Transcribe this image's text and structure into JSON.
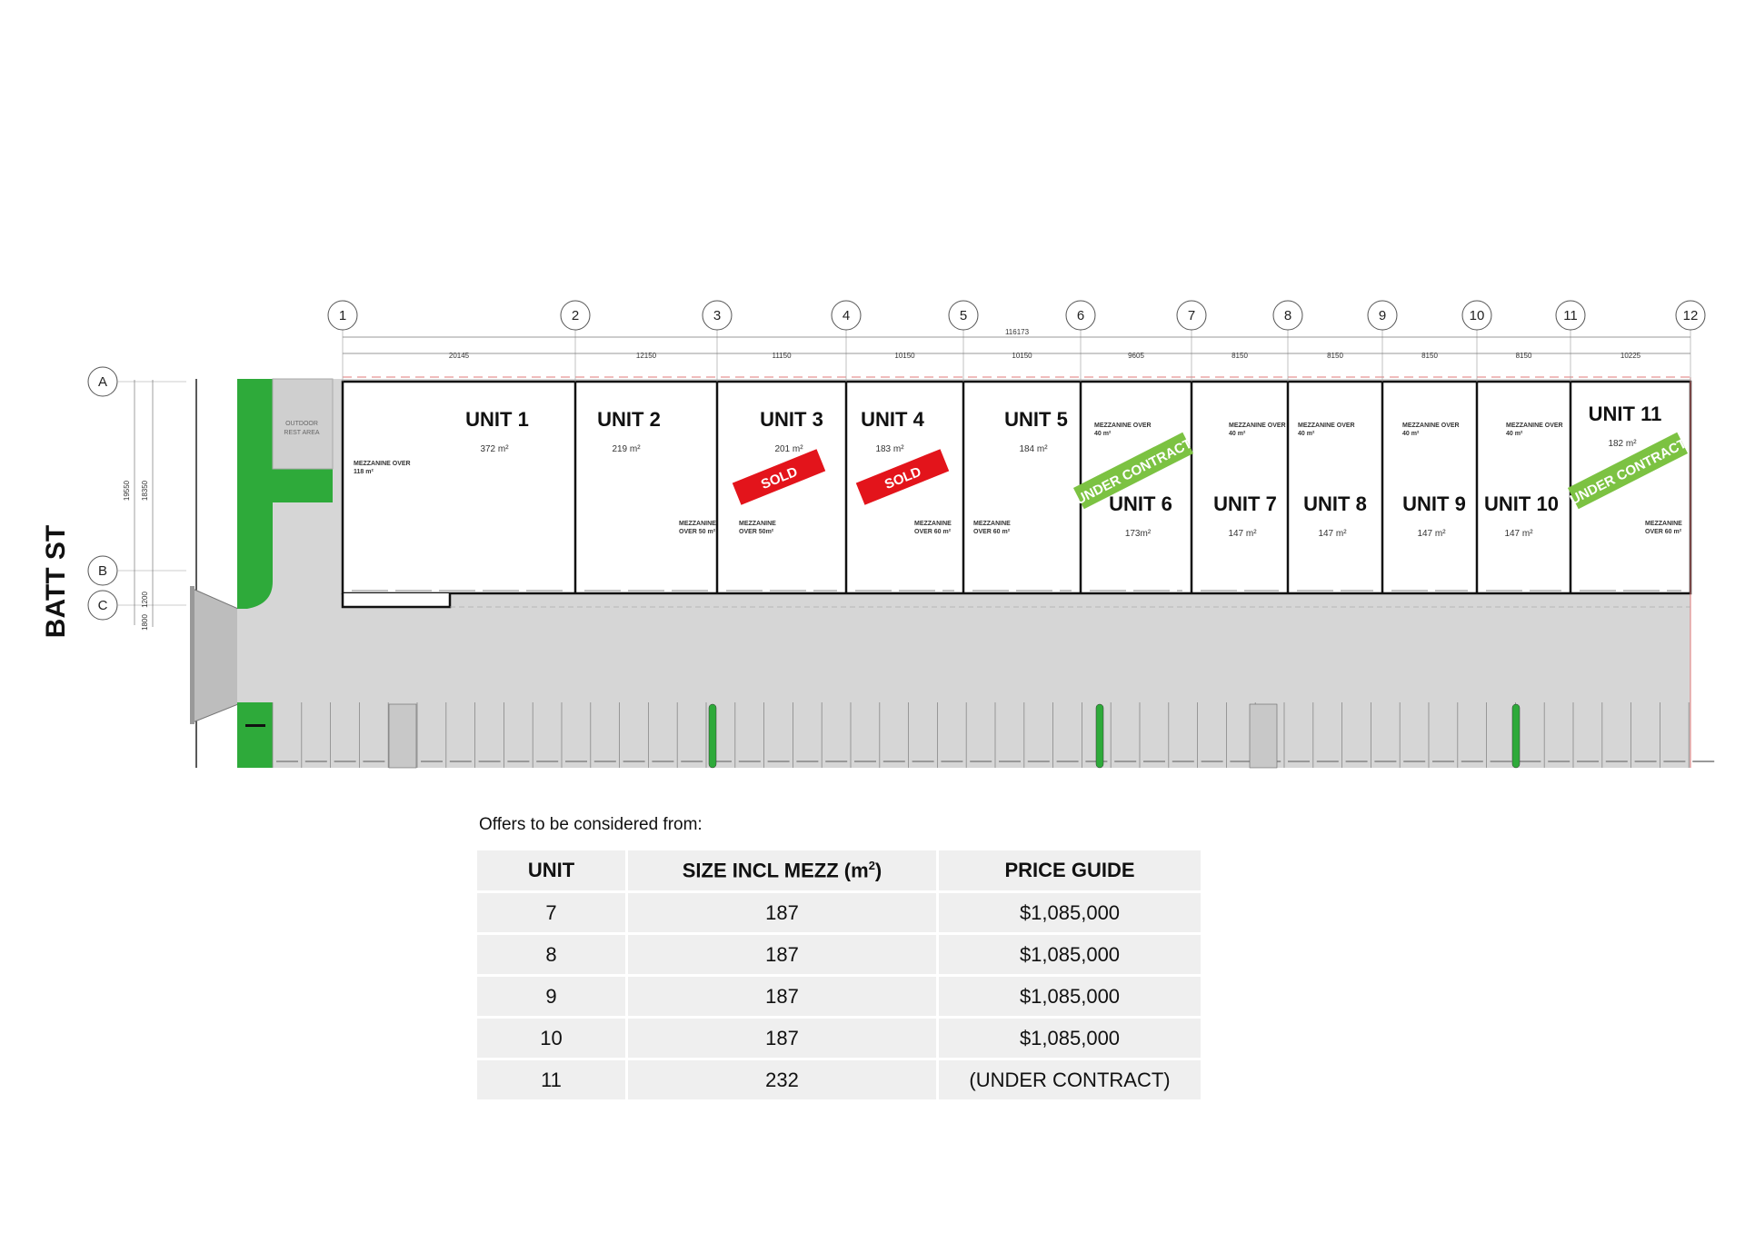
{
  "street_name": "BATT ST",
  "grid_columns": [
    "1",
    "2",
    "3",
    "4",
    "5",
    "6",
    "7",
    "8",
    "9",
    "10",
    "11",
    "12"
  ],
  "grid_rows": [
    "A",
    "B",
    "C"
  ],
  "dimensions": {
    "total": "116173",
    "segments": [
      "20145",
      "12150",
      "11150",
      "10150",
      "10150",
      "9605",
      "8150",
      "8150",
      "8150",
      "8150",
      "10225"
    ],
    "vertical": [
      "19550",
      "18350",
      "1200",
      "1800"
    ]
  },
  "outdoor_area": [
    "OUTDOOR",
    "REST AREA"
  ],
  "units": [
    {
      "label": "UNIT 1",
      "area": "372 m²"
    },
    {
      "label": "UNIT 2",
      "area": "219 m²"
    },
    {
      "label": "UNIT 3",
      "area": "201 m²"
    },
    {
      "label": "UNIT 4",
      "area": "183 m²"
    },
    {
      "label": "UNIT 5",
      "area": "184 m²"
    },
    {
      "label": "UNIT 6",
      "area": "173m²"
    },
    {
      "label": "UNIT 7",
      "area": "147 m²"
    },
    {
      "label": "UNIT 8",
      "area": "147 m²"
    },
    {
      "label": "UNIT 9",
      "area": "147 m²"
    },
    {
      "label": "UNIT 10",
      "area": "147 m²"
    },
    {
      "label": "UNIT 11",
      "area": "182 m²"
    }
  ],
  "mezzanines": [
    {
      "line1": "MEZZANINE OVER",
      "line2": "118 m²"
    },
    {
      "line1": "MEZZANINE",
      "line2": "OVER 50 m²"
    },
    {
      "line1": "MEZZANINE",
      "line2": "OVER 50m²"
    },
    {
      "line1": "MEZZANINE",
      "line2": "OVER 60 m²"
    },
    {
      "line1": "MEZZANINE",
      "line2": "OVER 60 m²"
    },
    {
      "line1": "MEZZANINE OVER",
      "line2": "40 m²"
    },
    {
      "line1": "MEZZANINE OVER",
      "line2": "40 m²"
    },
    {
      "line1": "MEZZANINE OVER",
      "line2": "40 m²"
    },
    {
      "line1": "MEZZANINE OVER",
      "line2": "40 m²"
    },
    {
      "line1": "MEZZANINE OVER",
      "line2": "40 m²"
    },
    {
      "line1": "MEZZANINE",
      "line2": "OVER 60 m²"
    }
  ],
  "badges": [
    {
      "text": "SOLD",
      "unit": "UNIT 3",
      "color": "#e3141b"
    },
    {
      "text": "SOLD",
      "unit": "UNIT 4",
      "color": "#e3141b"
    },
    {
      "text": "UNDER CONTRACT",
      "unit": "UNIT 6",
      "color": "#7cc242"
    },
    {
      "text": "UNDER CONTRACT",
      "unit": "UNIT 11",
      "color": "#7cc242"
    }
  ],
  "colors": {
    "landscape": "#2eaa3a",
    "paving": "#d6d6d6",
    "sold": "#e3141b",
    "under_contract": "#7cc242"
  },
  "offers_title": "Offers to be considered from:",
  "table": {
    "headers": [
      "UNIT",
      "SIZE INCL MEZZ (m",
      "2",
      ")",
      "PRICE GUIDE"
    ],
    "rows": [
      [
        "7",
        "187",
        "$1,085,000"
      ],
      [
        "8",
        "187",
        "$1,085,000"
      ],
      [
        "9",
        "187",
        "$1,085,000"
      ],
      [
        "10",
        "187",
        "$1,085,000"
      ],
      [
        "11",
        "232",
        "(UNDER CONTRACT)"
      ]
    ]
  }
}
